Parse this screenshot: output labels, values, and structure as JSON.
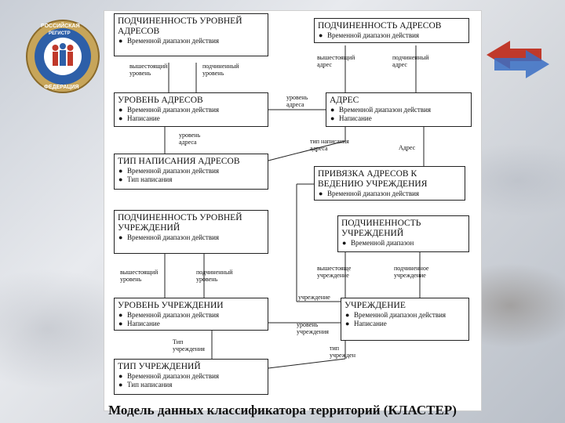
{
  "logo": {
    "line1": "РОССИЙСКАЯ",
    "line2": "РЕГИСТР",
    "line3": "ФЕДЕРАЦИЯ"
  },
  "entities": {
    "podch_urovn_adr": {
      "title": "ПОДЧИНЕННОСТЬ УРОВНЕЙ АДРЕСОВ",
      "attrs": [
        "Временной диапазон действия"
      ]
    },
    "podch_adr": {
      "title": "ПОДЧИНЕННОСТЬ АДРЕСОВ",
      "attrs": [
        "Временной диапазон действия"
      ]
    },
    "uroven_adr": {
      "title": "УРОВЕНЬ АДРЕСОВ",
      "attrs": [
        "Временной диапазон действия",
        "Написание"
      ]
    },
    "adres": {
      "title": "АДРЕС",
      "attrs": [
        "Временной диапазон действия",
        "Написание"
      ]
    },
    "tip_napis_adr": {
      "title": "ТИП НАПИСАНИЯ АДРЕСОВ",
      "attrs": [
        "Временной диапазон действия",
        "Тип написания"
      ]
    },
    "privyazka": {
      "title": "ПРИВЯЗКА АДРЕСОВ К ВЕДЕНИЮ УЧРЕЖДЕНИЯ",
      "attrs": [
        "Временной диапазон действия"
      ]
    },
    "podch_urovn_uchr": {
      "title": "ПОДЧИНЕННОСТЬ УРОВНЕЙ УЧРЕЖДЕНИЙ",
      "attrs": [
        "Временной диапазон действия"
      ]
    },
    "podch_uchr": {
      "title": "ПОДЧИНЕННОСТЬ УЧРЕЖДЕНИЙ",
      "attrs": [
        "Временной диапазон"
      ]
    },
    "uroven_uchr": {
      "title": "УРОВЕНЬ УЧРЕЖДЕНИИ",
      "attrs": [
        "Временной диапазон действия",
        "Написание"
      ]
    },
    "uchrezhdenie": {
      "title": "УЧРЕЖДЕНИЕ",
      "attrs": [
        "Временной диапазон действия",
        "Написание"
      ]
    },
    "tip_uchr": {
      "title": "ТИП УЧРЕЖДЕНИЙ",
      "attrs": [
        "Временной диапазон действия",
        "Тип написания"
      ]
    }
  },
  "relations": {
    "r1": "вышестоящий уровень",
    "r2": "подчиненный уровень",
    "r3": "вышестоящий адрес",
    "r4": "подчиненный адрес",
    "r5": "уровень адреса",
    "r6": "уровень адреса",
    "r7": "тип написания адреса",
    "r8": "Адрес",
    "r9": "вышестоящий уровень",
    "r10": "подчиненный уровень",
    "r11": "вышестояще учреждение",
    "r12": "подчиненное учреждение",
    "r13": "учреждение",
    "r14": "уровень учреждения",
    "r15": "Тип учреждения",
    "r16": "тип учрежден"
  },
  "bullet": "●",
  "caption": "Модель данных классификатора территорий (КЛАСТЕР)"
}
